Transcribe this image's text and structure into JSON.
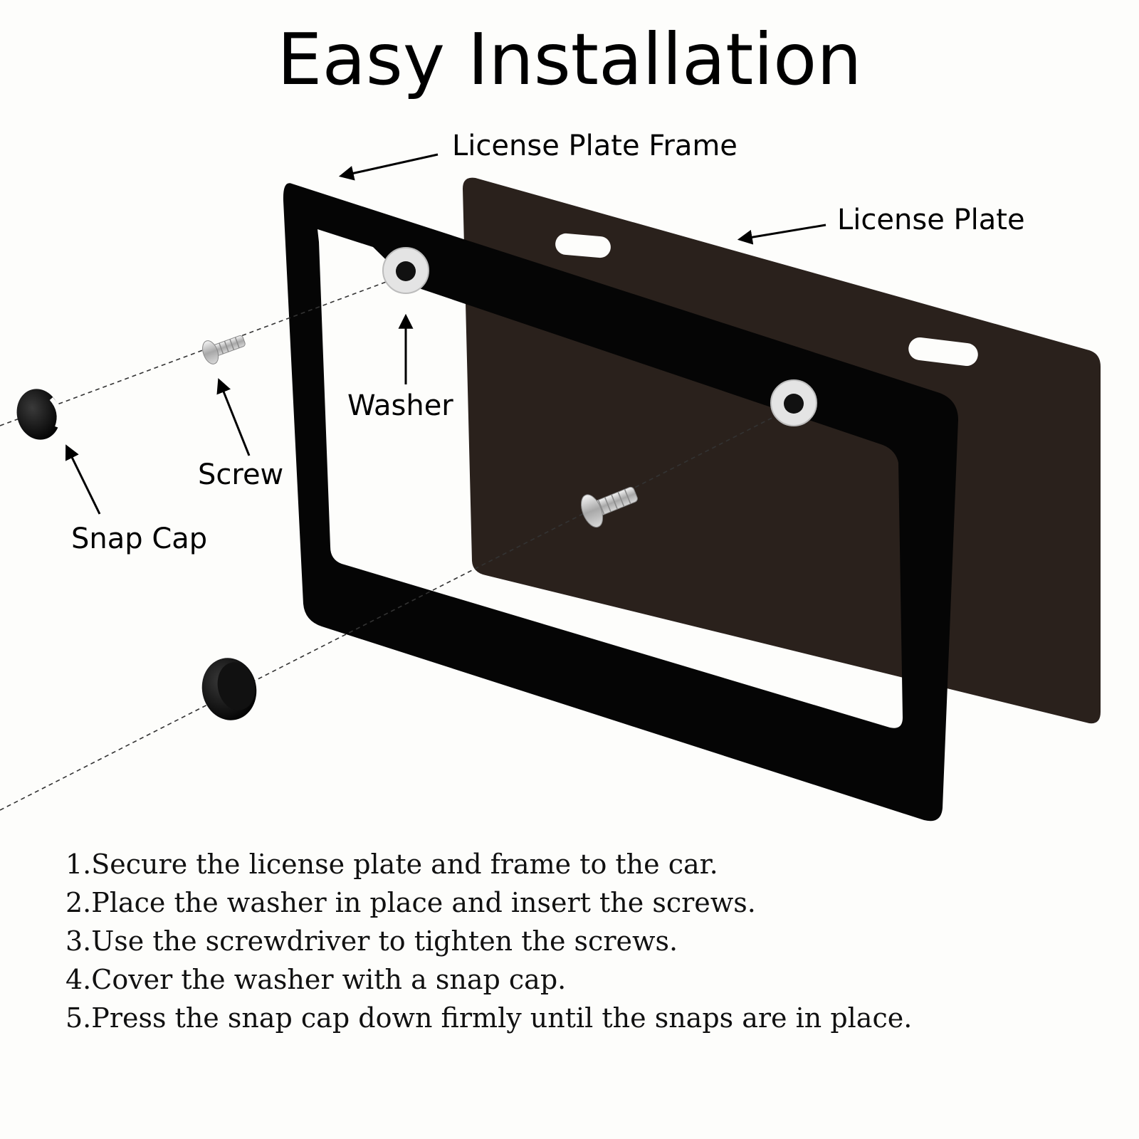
{
  "title": "Easy Installation",
  "labels": {
    "frame": "License Plate Frame",
    "plate": "License Plate",
    "washer": "Washer",
    "screw": "Screw",
    "snap_cap": "Snap Cap"
  },
  "steps": [
    "1.Secure the license plate and frame to the car.",
    "2.Place the washer in place and insert the screws.",
    "3.Use the screwdriver to tighten the screws.",
    "4.Cover the washer with a snap cap.",
    "5.Press the snap cap down firmly until the snaps are in place."
  ],
  "colors": {
    "frame": "#050505",
    "plate": "#2a211c",
    "washer": "#e4e4e4",
    "background": "#fdfdfb"
  }
}
